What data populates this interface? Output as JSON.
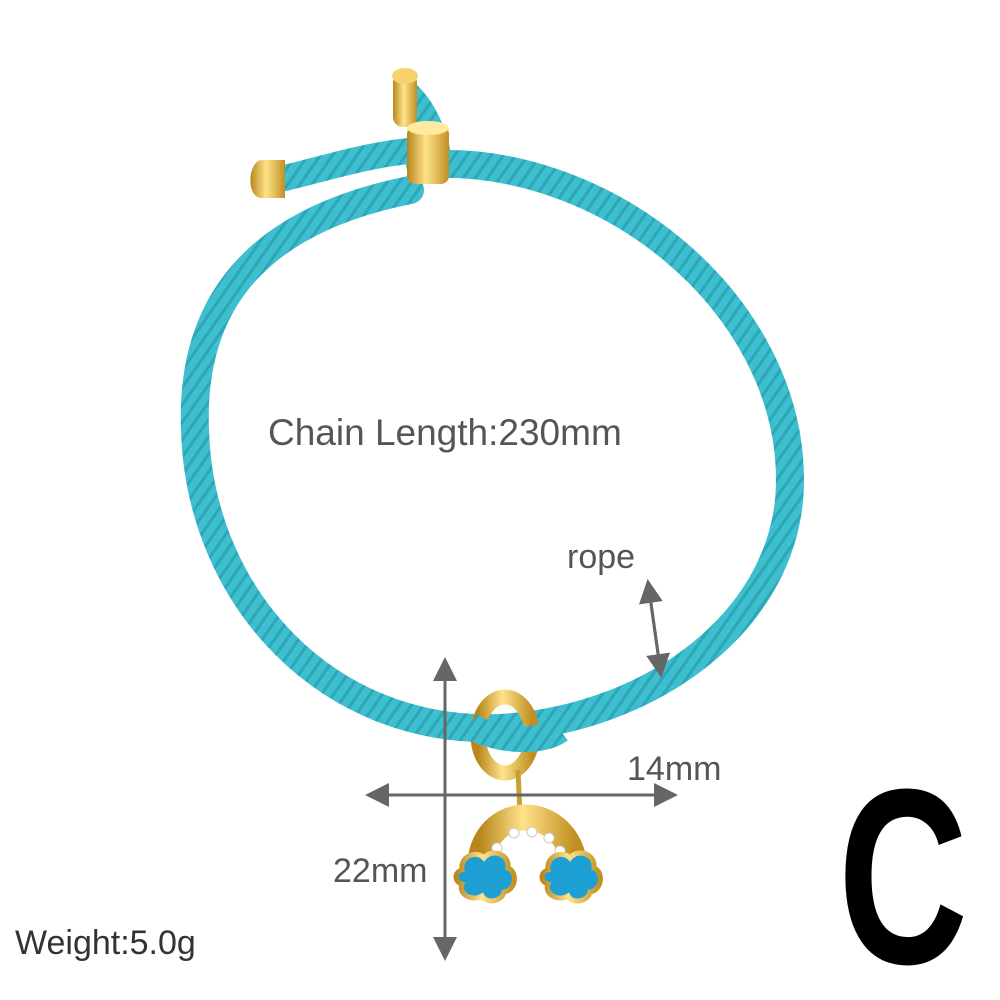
{
  "labels": {
    "chain_length": "Chain Length:230mm",
    "material": "rope",
    "width": "14mm",
    "height": "22mm",
    "weight": "Weight:5.0g",
    "variant": "C"
  },
  "colors": {
    "rope": "#3dbfcf",
    "gold": "#e0b43a",
    "enamel": "#1e9fd4",
    "annotation": "#666666"
  }
}
